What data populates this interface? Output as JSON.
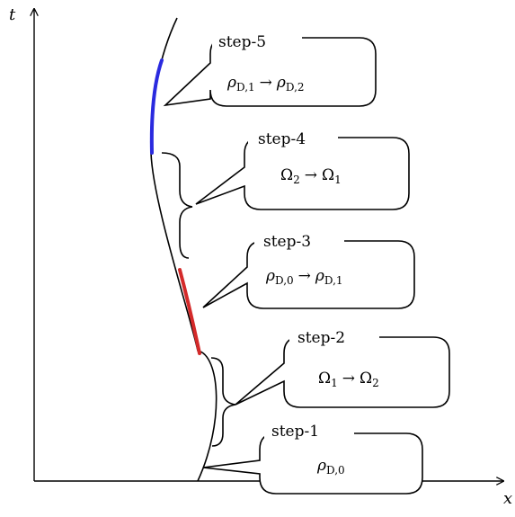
{
  "axes": {
    "x_label": "x",
    "t_label": "t"
  },
  "colors": {
    "line": "#000000",
    "step5_segment": "#2a2adf",
    "step3_segment": "#d42a2a"
  },
  "steps": [
    {
      "label": "step-5",
      "formula": "ρD,1 → ρD,2",
      "f_main1": "ρ",
      "f_sub1": "D,1",
      "f_arrow": "→",
      "f_main2": "ρ",
      "f_sub2": "D,2"
    },
    {
      "label": "step-4",
      "formula": "Ω2 → Ω1",
      "f_main1": "Ω",
      "f_sub1": "2",
      "f_arrow": "→",
      "f_main2": "Ω",
      "f_sub2": "1"
    },
    {
      "label": "step-3",
      "formula": "ρD,0 → ρD,1",
      "f_main1": "ρ",
      "f_sub1": "D,0",
      "f_arrow": "→",
      "f_main2": "ρ",
      "f_sub2": "D,1"
    },
    {
      "label": "step-2",
      "formula": "Ω1 → Ω2",
      "f_main1": "Ω",
      "f_sub1": "1",
      "f_arrow": "→",
      "f_main2": "Ω",
      "f_sub2": "2"
    },
    {
      "label": "step-1",
      "formula": "ρD,0",
      "f_main1": "ρ",
      "f_sub1": "D,0",
      "f_arrow": "",
      "f_main2": "",
      "f_sub2": ""
    }
  ]
}
